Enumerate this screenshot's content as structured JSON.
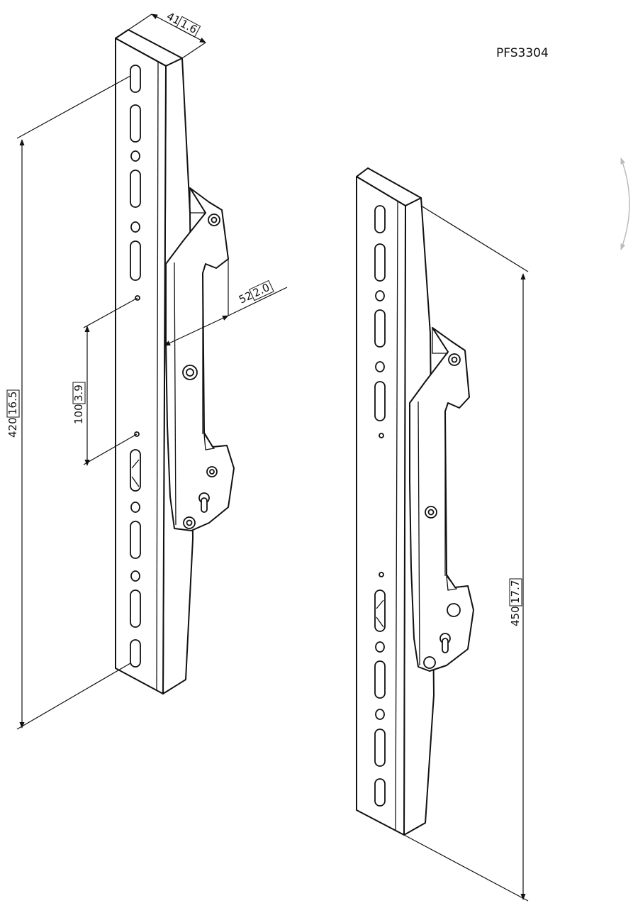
{
  "model": "PFS3304",
  "dimensions": {
    "depth": {
      "mm": "41",
      "in": "1.6"
    },
    "offset": {
      "mm": "52",
      "in": "2.0"
    },
    "hole_pitch": {
      "mm": "100",
      "in": "3.9"
    },
    "left_height": {
      "mm": "420",
      "in": "16.5"
    },
    "right_height": {
      "mm": "450",
      "in": "17.7"
    }
  },
  "icons": {
    "rotation": "tilt-arc-icon"
  },
  "colors": {
    "line": "#111111",
    "background": "#ffffff",
    "hint": "#bbbbbb"
  }
}
